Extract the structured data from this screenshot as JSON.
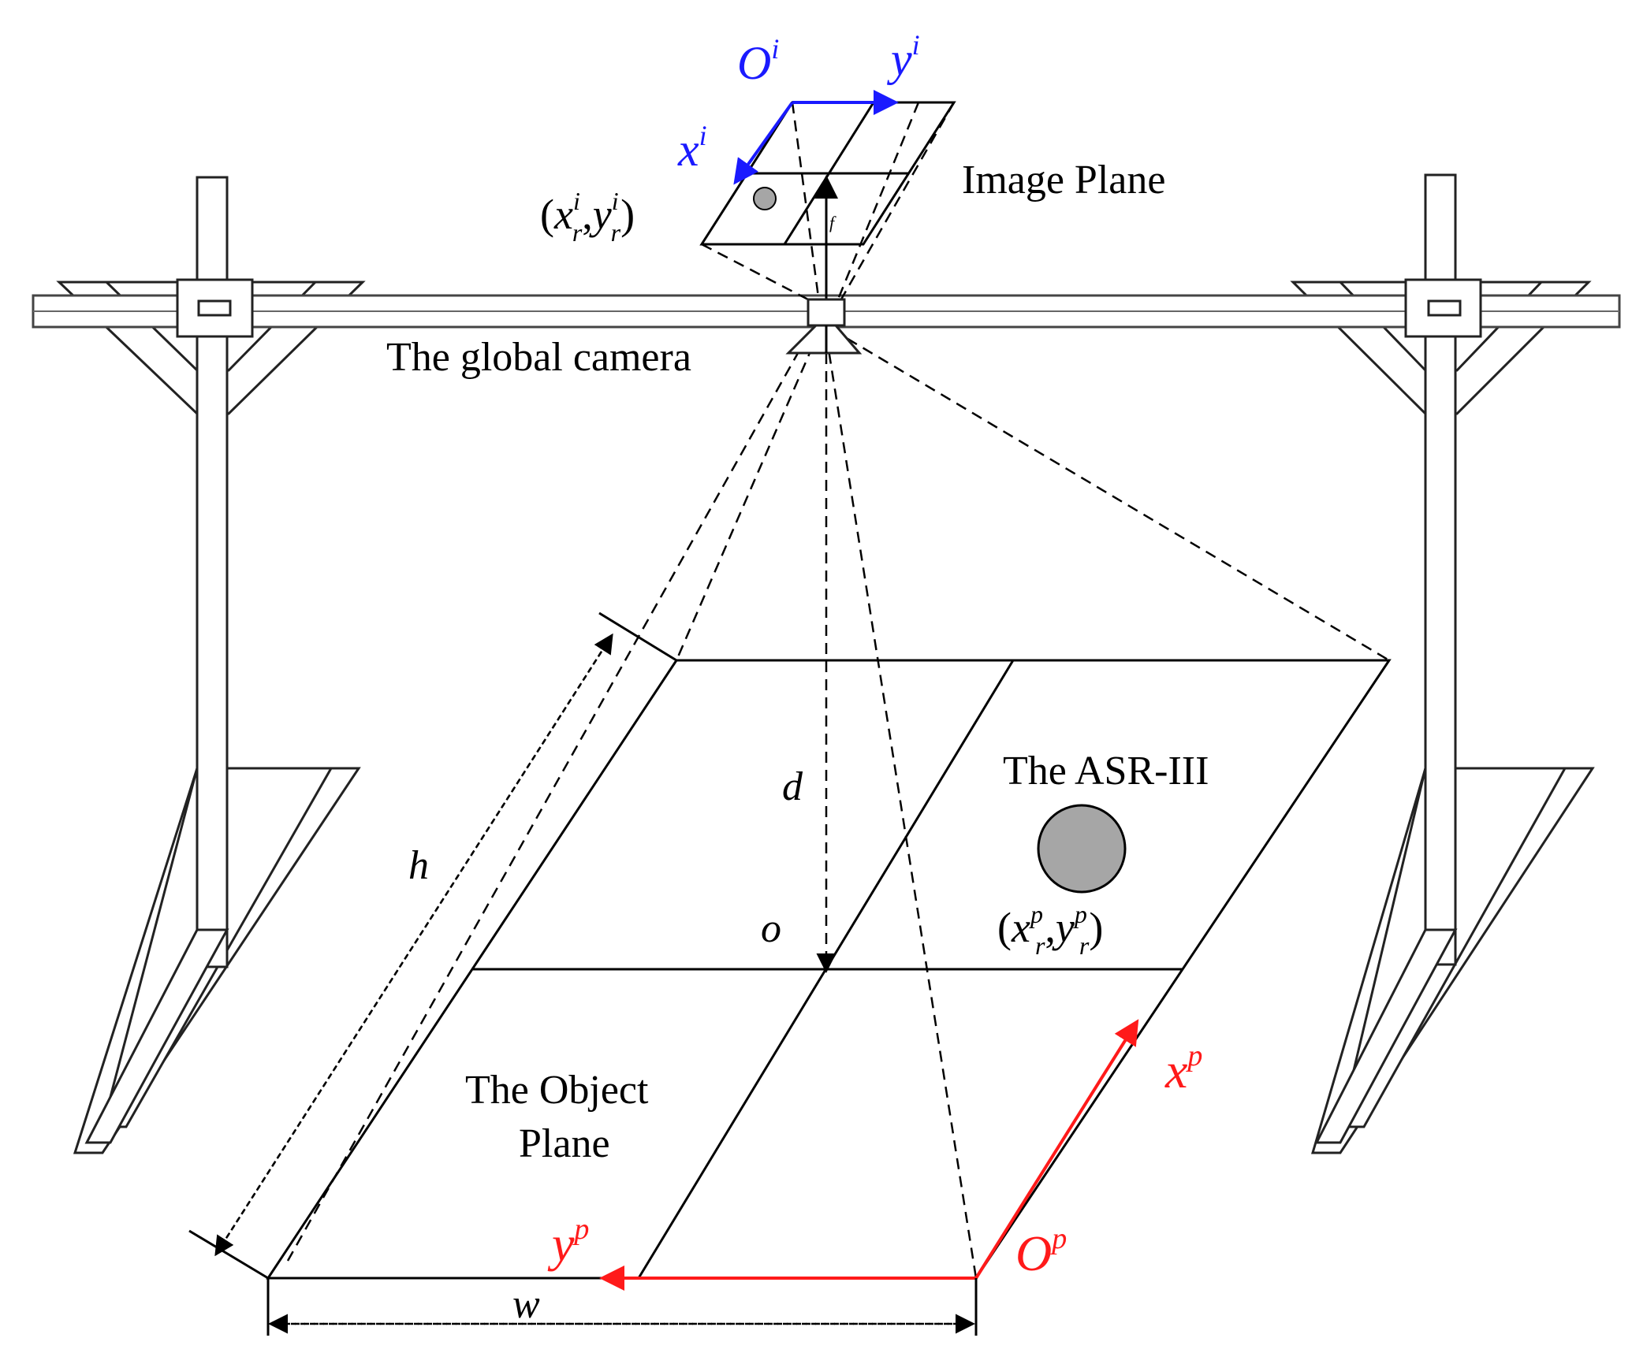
{
  "labels": {
    "image_plane": "Image Plane",
    "global_camera": "The global camera",
    "asr": "The ASR-III",
    "object_plane_line1": "The Object",
    "object_plane_line2": "Plane",
    "origin": "o",
    "distance": "d",
    "focal": "f",
    "height": "h",
    "width": "w"
  },
  "image_axes": {
    "origin": "O",
    "origin_sup": "i",
    "x": "x",
    "x_sup": "i",
    "y": "y",
    "y_sup": "i"
  },
  "image_point": {
    "open": "(",
    "x": "x",
    "x_sup": "i",
    "x_sub": "r",
    "comma": ",",
    "y": "y",
    "y_sup": "i",
    "y_sub": "r",
    "close": ")"
  },
  "plane_axes": {
    "origin": "O",
    "origin_sup": "p",
    "x": "x",
    "x_sup": "p",
    "y": "y",
    "y_sup": "p"
  },
  "plane_point": {
    "open": "(",
    "x": "x",
    "x_sup": "p",
    "x_sub": "r",
    "comma": ",",
    "y": "y",
    "y_sup": "p",
    "y_sub": "r",
    "close": ")"
  },
  "colors": {
    "image_axes": "#1a1aff",
    "plane_axes": "#ff1a1a",
    "robot_fill": "#a6a6a6"
  }
}
